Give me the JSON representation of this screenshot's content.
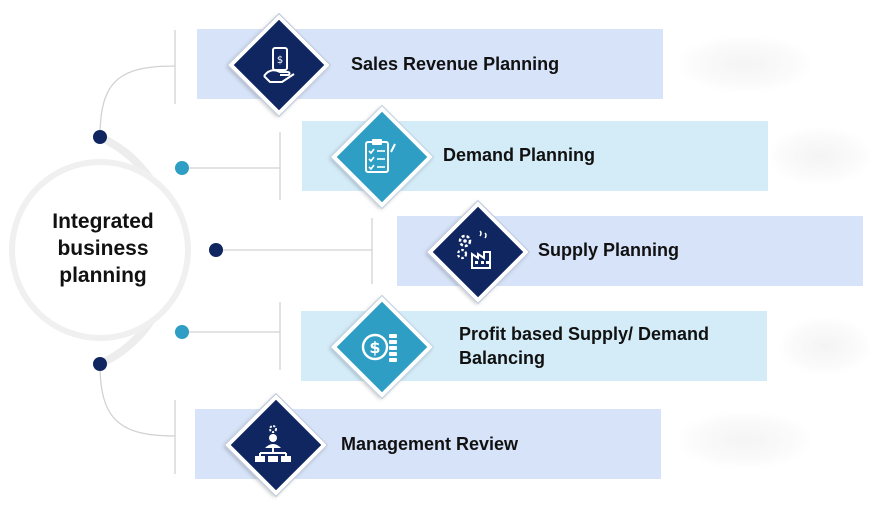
{
  "center": {
    "line1": "Integrated",
    "line2": "business",
    "line3": "planning"
  },
  "steps": [
    {
      "label": "Sales Revenue Planning",
      "icon": "revenue-hand-icon"
    },
    {
      "label": "Demand Planning",
      "icon": "clipboard-checklist-icon"
    },
    {
      "label": "Supply Planning",
      "icon": "factory-gears-icon"
    },
    {
      "label": "Profit based Supply/ Demand",
      "label2": "Balancing",
      "icon": "dollar-coins-icon"
    },
    {
      "label": "Management Review",
      "icon": "org-chart-icon"
    }
  ],
  "colors": {
    "navy": "#0f2660",
    "teal": "#2f9ec4",
    "band_blue": "#d7e3f8",
    "band_teal": "#d3ecf7",
    "connector": "#c8c8c8"
  }
}
